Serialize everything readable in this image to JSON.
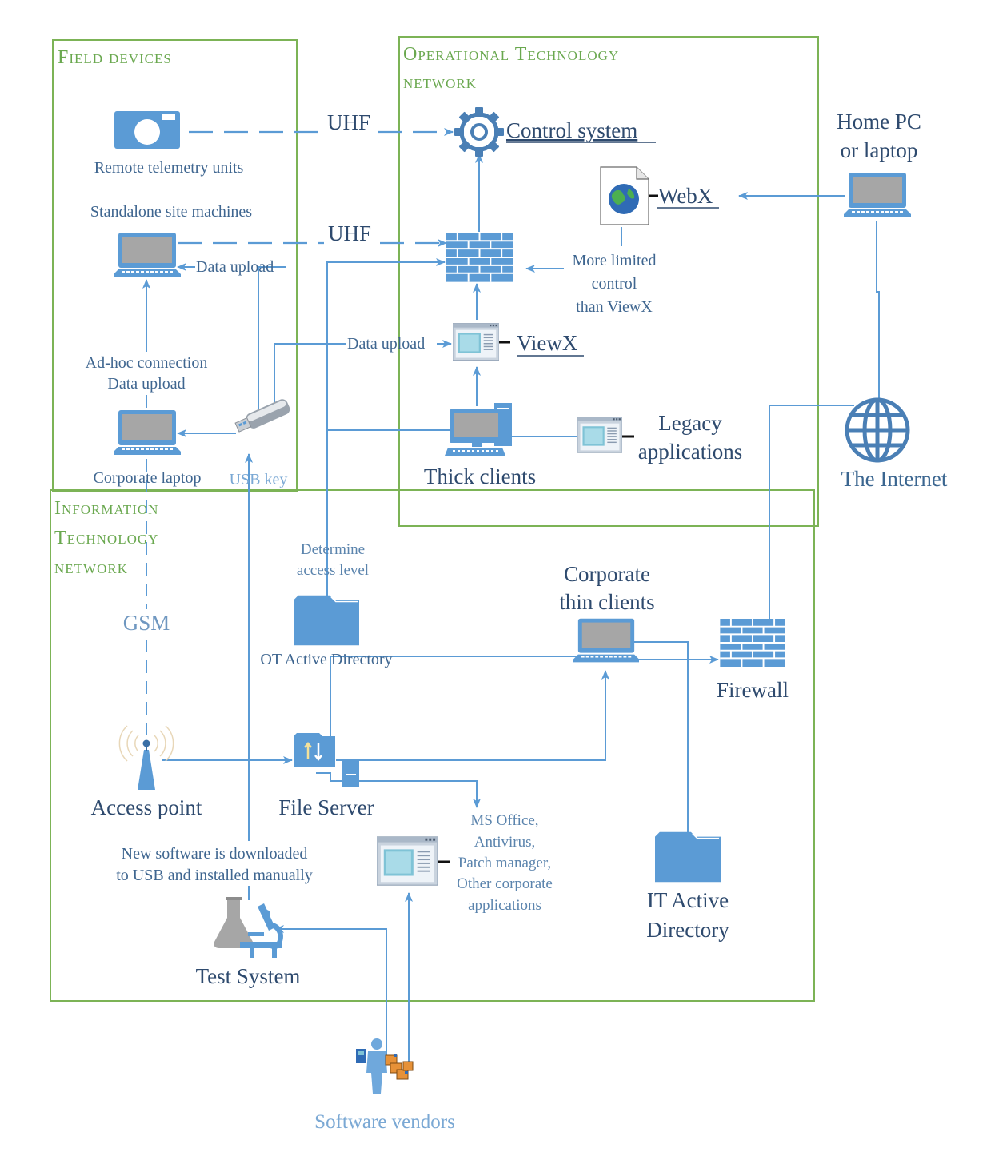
{
  "groups": {
    "field": "Field devices",
    "ot_line1": "Operational Technology",
    "ot_line2": "network",
    "it_line1": "Information",
    "it_line2": "Technology",
    "it_line3": "network"
  },
  "nodes": {
    "rtu": "Remote telemetry units",
    "standalone": "Standalone site machines",
    "corporate_laptop": "Corporate laptop",
    "usb_key": "USB key",
    "control_system": "Control system",
    "webx": "WebX",
    "viewx": "ViewX",
    "thick_clients": "Thick clients",
    "legacy_line1": "Legacy",
    "legacy_line2": "applications",
    "home_pc_line1": "Home PC",
    "home_pc_line2": "or laptop",
    "internet": "The Internet",
    "ot_ad": "OT Active Directory",
    "corp_thin_line1": "Corporate",
    "corp_thin_line2": "thin clients",
    "firewall": "Firewall",
    "access_point": "Access point",
    "file_server": "File Server",
    "it_ad_line1": "IT Active",
    "it_ad_line2": "Directory",
    "test_system": "Test System",
    "software_vendors": "Software vendors"
  },
  "edge_labels": {
    "uhf_top": "UHF",
    "uhf_mid": "UHF",
    "data_upload_standalone": "Data upload",
    "data_upload_viewx": "Data upload",
    "adhoc_line1": "Ad-hoc connection",
    "adhoc_line2": "Data upload",
    "limited_line1": "More limited",
    "limited_line2": "control",
    "limited_line3": "than ViewX",
    "gsm": "GSM",
    "determine_line1": "Determine",
    "determine_line2": "access level",
    "new_sw_line1": "New software is downloaded",
    "new_sw_line2": "to USB and installed manually",
    "office_line1": "MS Office,",
    "office_line2": "Antivirus,",
    "office_line3": "Patch manager,",
    "office_line4": "Other corporate",
    "office_line5": "applications"
  },
  "colors": {
    "group_border": "#7cb356",
    "group_title": "#6aa84f",
    "edge": "#5b9bd5",
    "icon": "#5b9bd5"
  },
  "icons": {
    "rtu": "camera-icon",
    "standalone": "laptop-icon",
    "corporate_laptop": "laptop-icon",
    "usb_key": "usb-key-icon",
    "control_system": "gear-icon",
    "webx": "globe-document-icon",
    "ot_firewall": "brick-firewall-icon",
    "viewx": "application-window-icon",
    "thick_clients": "desktop-computer-icon",
    "legacy": "application-window-icon",
    "home_pc": "laptop-icon",
    "internet": "globe-icon",
    "ot_ad": "folder-icon",
    "corp_thin": "laptop-icon",
    "firewall": "brick-firewall-icon",
    "access_point": "antenna-icon",
    "file_server": "file-server-icon",
    "office_apps": "application-window-icon",
    "it_ad": "folder-icon",
    "test_system": "lab-flask-microscope-icon",
    "software_vendors": "person-with-packages-icon"
  }
}
